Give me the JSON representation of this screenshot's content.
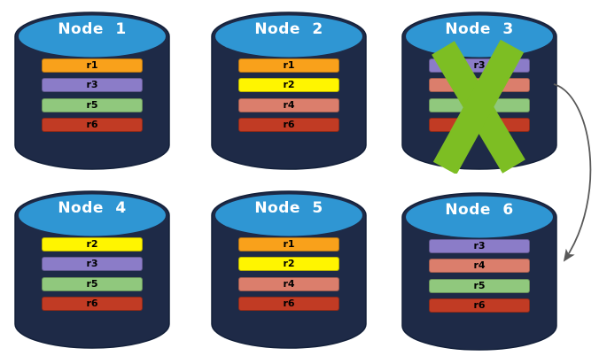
{
  "colors": {
    "background": "#FFFFFF",
    "cylinder_body": "#1E2A47",
    "cylinder_outline": "#13203A",
    "cylinder_top": "#2F96D3",
    "title_text": "#FFFFFF",
    "row_text": "#000000",
    "arrow": "#595959",
    "x_mark": "#7DBE23"
  },
  "row_colors": {
    "r1": "#F9A11B",
    "r2": "#FFF500",
    "r3": "#8B7CC8",
    "r4": "#DB7E6C",
    "r5": "#90C87D",
    "r6": "#C13B24"
  },
  "nodes": [
    {
      "label": "Node 1",
      "failed": false,
      "rows": [
        "r1",
        "r3",
        "r5",
        "r6"
      ]
    },
    {
      "label": "Node 2",
      "failed": false,
      "rows": [
        "r1",
        "r2",
        "r4",
        "r6"
      ]
    },
    {
      "label": "Node 3",
      "failed": true,
      "rows": [
        "r3",
        "r4",
        "r5",
        "r6"
      ]
    },
    {
      "label": "Node 4",
      "failed": false,
      "rows": [
        "r2",
        "r3",
        "r5",
        "r6"
      ]
    },
    {
      "label": "Node 5",
      "failed": false,
      "rows": [
        "r1",
        "r2",
        "r4",
        "r6"
      ]
    },
    {
      "label": "Node 6",
      "failed": false,
      "rows": [
        "r3",
        "r4",
        "r5",
        "r6"
      ]
    }
  ],
  "arrow": {
    "from": "Node 3",
    "to": "Node 6"
  }
}
